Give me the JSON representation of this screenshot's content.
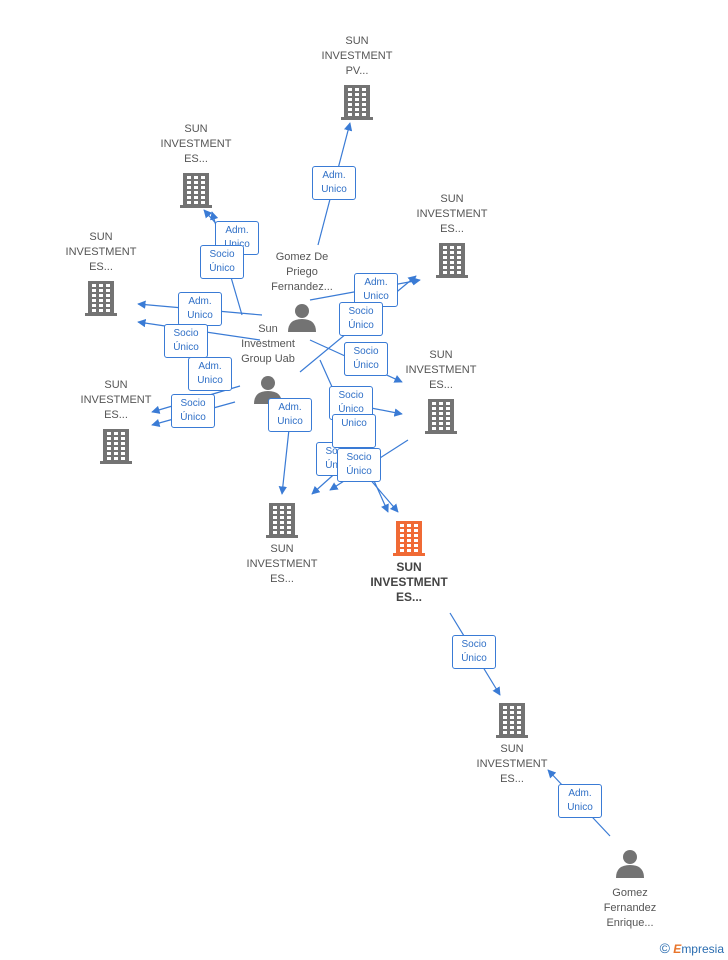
{
  "nodes": [
    {
      "id": "pv",
      "kind": "company",
      "label": "SUN\nINVESTMENT\nPV..."
    },
    {
      "id": "es_a",
      "kind": "company",
      "label": "SUN\nINVESTMENT\nES..."
    },
    {
      "id": "es_b",
      "kind": "company",
      "label": "SUN\nINVESTMENT\nES..."
    },
    {
      "id": "es_c",
      "kind": "company",
      "label": "SUN\nINVESTMENT\nES..."
    },
    {
      "id": "es_d",
      "kind": "company",
      "label": "SUN\nINVESTMENT\nES..."
    },
    {
      "id": "es_e",
      "kind": "company",
      "label": "SUN\nINVESTMENT\nES..."
    },
    {
      "id": "es_f",
      "kind": "company",
      "label": "SUN\nINVESTMENT\nES..."
    },
    {
      "id": "es_main",
      "kind": "company",
      "label": "SUN\nINVESTMENT\nES...",
      "highlight": true
    },
    {
      "id": "es_g",
      "kind": "company",
      "label": "SUN\nINVESTMENT\nES..."
    },
    {
      "id": "gomez_p",
      "kind": "person",
      "label": "Gomez De\nPriego\nFernandez..."
    },
    {
      "id": "uab",
      "kind": "person",
      "label": "Sun\nInvestment\nGroup Uab"
    },
    {
      "id": "gomez_f",
      "kind": "person",
      "label": "Gomez\nFernandez\nEnrique..."
    }
  ],
  "edge_labels": [
    "Adm.\nUnico",
    "Adm.\nUnico",
    "Socio\nÚnico",
    "Adm.\nUnico",
    "Socio\nÚnico",
    "Adm.\nUnico",
    "Socio\nÚnico",
    "Adm.\nUnico",
    "Socio\nÚnico",
    "Adm.\nUnico",
    "Socio\nÚnico",
    "Adm.\nUnico",
    "Socio\nÚnico",
    "Unico",
    "Socio\nÚnico",
    "Socio\nÚnico",
    "Socio\nÚnico",
    "Adm.\nUnico"
  ],
  "colors": {
    "node": "#737373",
    "highlight": "#f06a35",
    "edge": "#3a7bd5"
  },
  "watermark": {
    "symbol": "©",
    "brand_initial": "E",
    "brand_rest": "mpresia"
  }
}
